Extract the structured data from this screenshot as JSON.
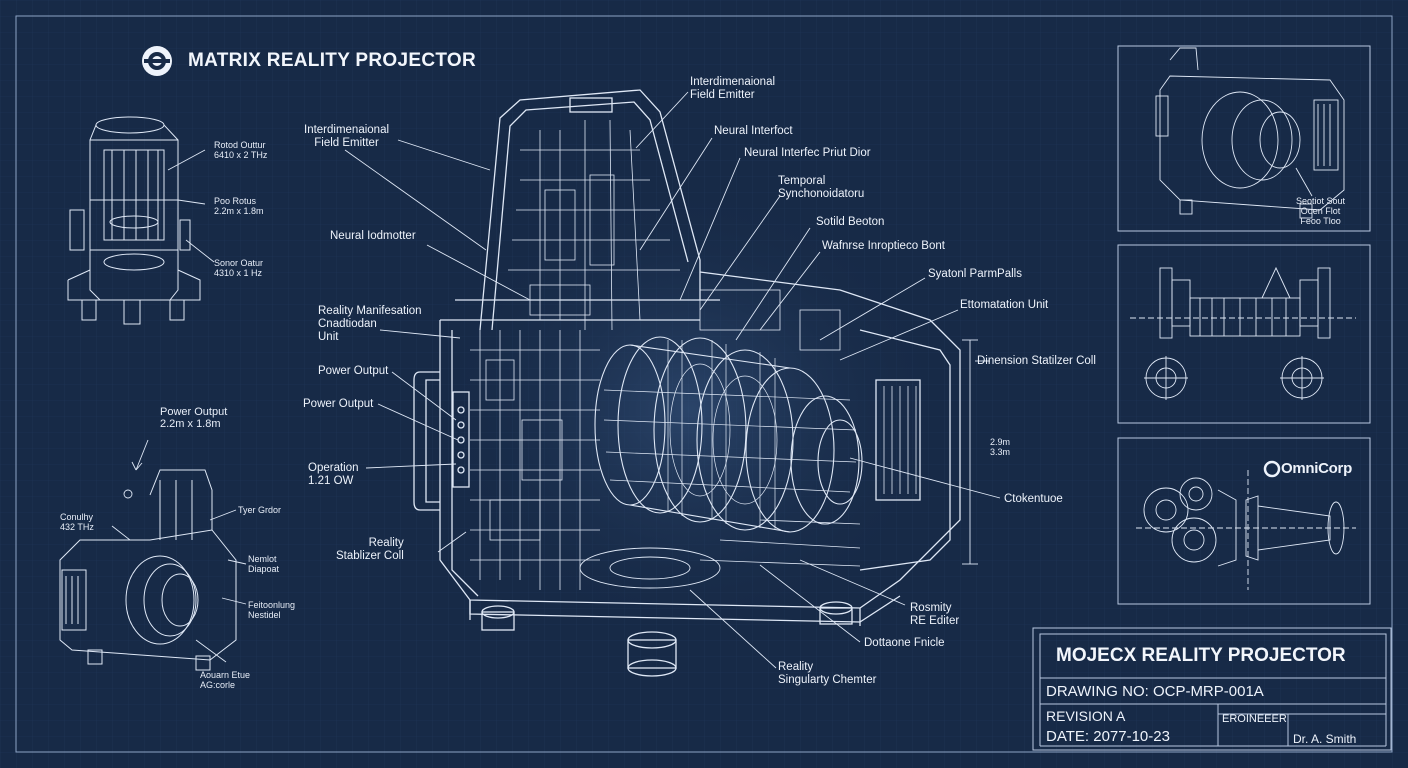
{
  "header": {
    "title": "MATRIX REALITY PROJECTOR",
    "logo_icon": "ring-logo-icon"
  },
  "left_top_specs": [
    [
      "Rotod Outtur",
      "6410 x 2 THz"
    ],
    [
      "Poo Rotus",
      "2.2m x 1.8m"
    ],
    [
      "Sonor Oatur",
      "4310 x 1 Hz"
    ]
  ],
  "left_bottom": {
    "power_output": [
      "Power Output",
      "2.2m x 1.8m"
    ],
    "specs": [
      [
        "Conulhy",
        "432 THz"
      ],
      [
        "Tyer Grdor"
      ],
      [
        "Nemlot",
        "Diapoat"
      ],
      [
        "Feitoonlung",
        "Nestidel"
      ],
      [
        "Aouarn Etue",
        "AG:corle"
      ]
    ]
  },
  "main_labels": {
    "interdimensional_top": [
      "Interdimenaional",
      "Field Emitter"
    ],
    "interdimensional_left": [
      "Interdimenaional",
      "Field Emitter"
    ],
    "neural_interfoct": "Neural Interfoct",
    "neural_interfec_prion": "Neural Interfec Priut Dior",
    "temporal": [
      "Temporal",
      "Synchonoidatoru"
    ],
    "sotild_beoton": "Sotild Beoton",
    "wafnrse": "Wafnrse Inroptieco Bont",
    "syatonl": "Syatonl ParmPalls",
    "ettomatation": "Ettomatation Unit",
    "dimension_coil": "Dinension Statilzer Coll",
    "neural_iodmotter": "Neural Iodmotter",
    "reality_manifestation": [
      "Reality Manifesation",
      "Cnadtiodan",
      "Unit"
    ],
    "power_output_1": "Power Output",
    "power_output_2": "Power Output",
    "operation": [
      "Operation",
      "1.21 OW"
    ],
    "reality_stabilizer": [
      "Reality",
      "Stablizer Coll"
    ],
    "ctokentuoe": "Ctokentuoe",
    "rosmity": [
      "Rosmity",
      "RE Editer"
    ],
    "dottaone": "Dottaone Fnicle",
    "reality_singularity": [
      "Reality",
      "Singularty Chemter"
    ],
    "dimension_height": [
      "2.9m",
      "3.3m"
    ]
  },
  "right_panels": {
    "panel1_notes": [
      "Seotiot Sout",
      "Ooen Flot",
      "Feoo Tloo"
    ],
    "brand": "OmniCorp"
  },
  "title_block": {
    "name": "MOJECX REALITY PROJECTOR",
    "drawing_no": "DRAWING NO: OCP-MRP-001A",
    "revision": "REVISION A",
    "date": "DATE: 2077-10-23",
    "engineer_label": "EROINEEER",
    "engineer_name": "Dr. A. Smith"
  }
}
